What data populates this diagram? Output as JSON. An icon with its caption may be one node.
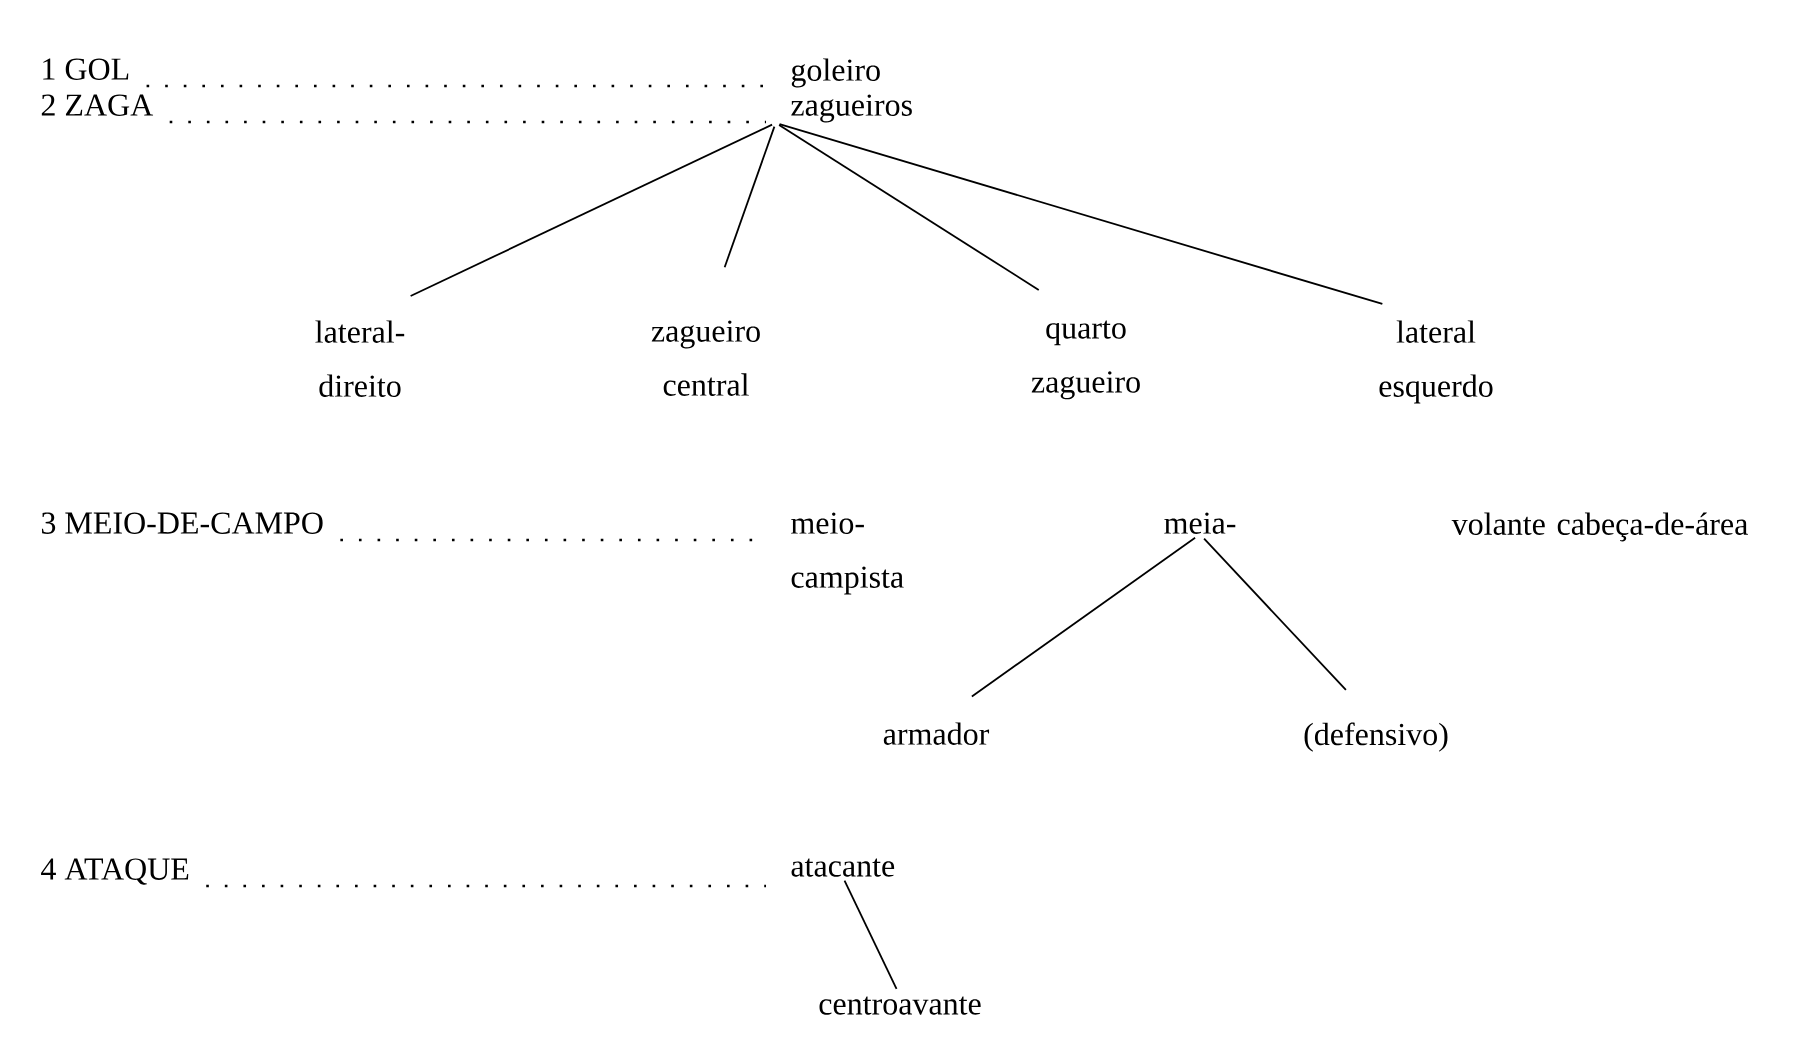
{
  "diagram": {
    "nodes": [
      {
        "text": [
          "1 GOL"
        ]
      },
      {
        "text": [
          "goleiro"
        ]
      },
      {
        "text": [
          "2 ZAGA"
        ]
      },
      {
        "text": [
          "zagueiros"
        ]
      },
      {
        "text": [
          "lateral- direito"
        ]
      },
      {
        "text": [
          "zagueiro central"
        ]
      },
      {
        "text": [
          "quarto zagueiro"
        ]
      },
      {
        "text": [
          "lateral esquerdo"
        ]
      },
      {
        "text": [
          "3 MEIO-DE-CAMPO"
        ]
      },
      {
        "text": [
          "meio- campista"
        ]
      },
      {
        "text": [
          "meia-"
        ]
      },
      {
        "text": [
          "volante cabeça-de-área"
        ]
      },
      {
        "text": [
          "armador"
        ]
      },
      {
        "text": [
          "(defensivo)"
        ]
      },
      {
        "text": [
          "4 ATAQUE"
        ]
      },
      {
        "text": [
          "atacante"
        ]
      },
      {
        "text": [
          "centroavante"
        ]
      }
    ],
    "edges": [
      {
        "from": 0,
        "to": 1,
        "arrow": "none",
        "style": "dashed"
      },
      {
        "from": 2,
        "to": 3,
        "arrow": "none",
        "style": "dashed"
      },
      {
        "from": 3,
        "to": 4,
        "arrow": "none"
      },
      {
        "from": 3,
        "to": 5,
        "arrow": "none"
      },
      {
        "from": 3,
        "to": 6,
        "arrow": "none"
      },
      {
        "from": 3,
        "to": 7,
        "arrow": "none"
      },
      {
        "from": 8,
        "to": 9,
        "arrow": "none",
        "style": "dashed"
      },
      {
        "from": 10,
        "to": 12,
        "arrow": "none"
      },
      {
        "from": 10,
        "to": 13,
        "arrow": "none"
      },
      {
        "from": 14,
        "to": 15,
        "arrow": "none",
        "style": "dashed"
      },
      {
        "from": 15,
        "to": 16,
        "arrow": "none"
      }
    ]
  }
}
